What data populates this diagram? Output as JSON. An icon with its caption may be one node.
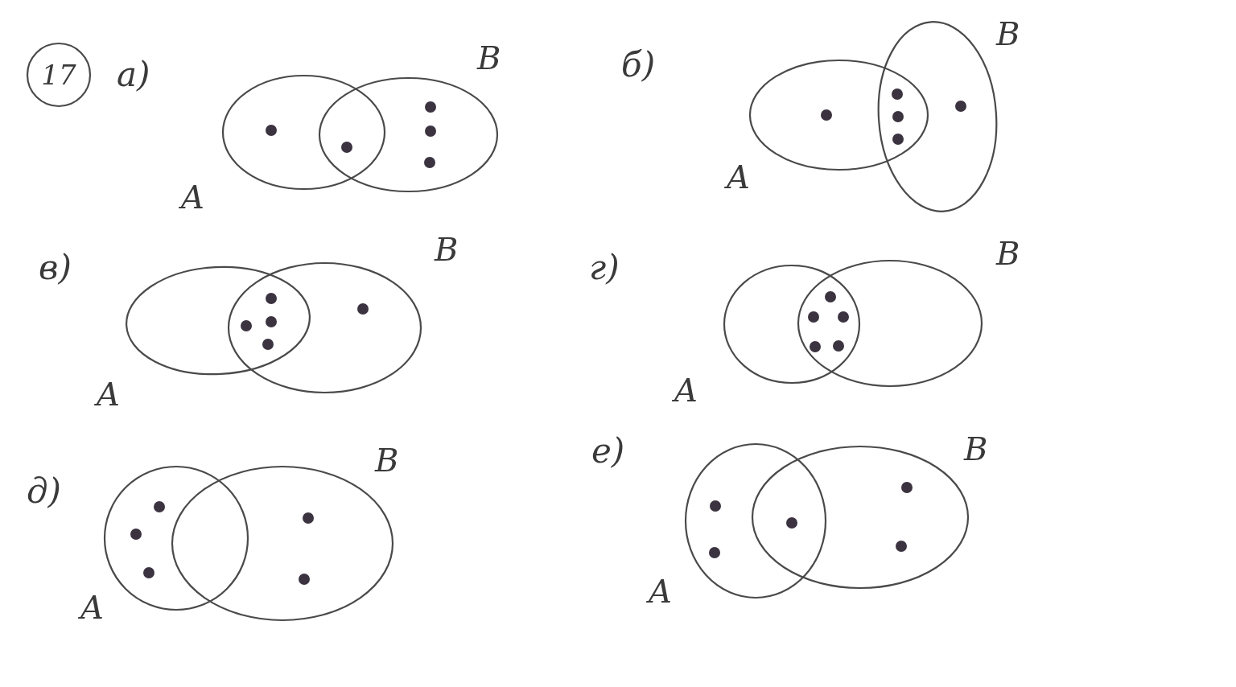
{
  "diagram": {
    "nodes": [
      {
        "text": [
          "17"
        ]
      },
      {
        "text": [
          "A"
        ]
      },
      {
        "text": [
          "B"
        ]
      },
      {
        "text": [],
        "shape": "circle",
        "in": 1
      },
      {
        "text": [],
        "shape": "circle"
      },
      {
        "text": [],
        "shape": "circle",
        "in": 2
      },
      {
        "text": [],
        "shape": "circle",
        "in": 2
      },
      {
        "text": [],
        "shape": "circle",
        "in": 2
      },
      {
        "text": [
          "A"
        ]
      },
      {
        "text": [
          "B"
        ]
      },
      {
        "text": [],
        "shape": "circle",
        "in": 8
      },
      {
        "text": [],
        "shape": "circle"
      },
      {
        "text": [],
        "shape": "circle"
      },
      {
        "text": [],
        "shape": "circle"
      },
      {
        "text": [],
        "shape": "circle",
        "in": 9
      },
      {
        "text": [
          "A"
        ]
      },
      {
        "text": [
          "B"
        ]
      },
      {
        "text": [],
        "shape": "circle"
      },
      {
        "text": [],
        "shape": "circle"
      },
      {
        "text": [],
        "shape": "circle"
      },
      {
        "text": [],
        "shape": "circle"
      },
      {
        "text": [],
        "shape": "circle",
        "in": 16
      },
      {
        "text": [
          "A"
        ]
      },
      {
        "text": [
          "B"
        ]
      },
      {
        "text": [],
        "shape": "circle"
      },
      {
        "text": [],
        "shape": "circle"
      },
      {
        "text": [],
        "shape": "circle"
      },
      {
        "text": [],
        "shape": "circle"
      },
      {
        "text": [],
        "shape": "circle"
      },
      {
        "text": [
          "A"
        ]
      },
      {
        "text": [
          "B"
        ]
      },
      {
        "text": [],
        "shape": "circle",
        "in": 29
      },
      {
        "text": [],
        "shape": "circle",
        "in": 29
      },
      {
        "text": [],
        "shape": "circle",
        "in": 29
      },
      {
        "text": [],
        "shape": "circle",
        "in": 30
      },
      {
        "text": [],
        "shape": "circle",
        "in": 30
      },
      {
        "text": [
          "A"
        ]
      },
      {
        "text": [
          "B"
        ]
      },
      {
        "text": [],
        "shape": "circle",
        "in": 36
      },
      {
        "text": [],
        "shape": "circle",
        "in": 36
      },
      {
        "text": [],
        "shape": "circle"
      },
      {
        "text": [],
        "shape": "circle",
        "in": 37
      },
      {
        "text": [],
        "shape": "circle",
        "in": 37
      }
    ],
    "labels": [
      "а)",
      "б)",
      "в)",
      "г)",
      "д)",
      "е)"
    ]
  }
}
